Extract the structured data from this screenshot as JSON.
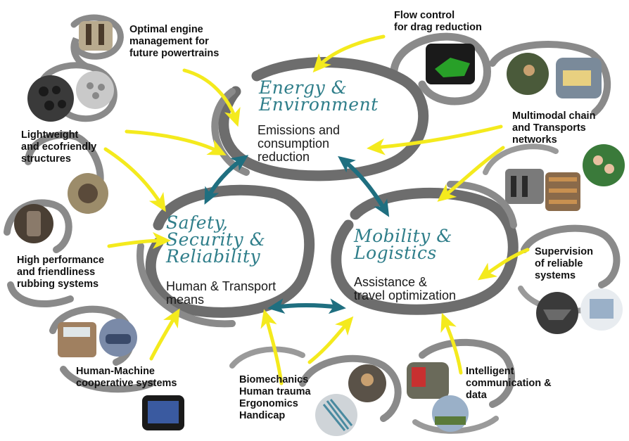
{
  "colors": {
    "swirl": "#707070",
    "swirl_light": "#9a9a9a",
    "yellow_arrow": "#f4ea1d",
    "teal_arrow": "#1f6f80",
    "hub_title": "#2f7e8a",
    "label_text": "#111111"
  },
  "hubs": {
    "energy": {
      "title": "Energy &\nEnvironment",
      "subtitle": "Emissions and\nconsumption\nreduction"
    },
    "safety": {
      "title": "Safety,\nSecurity &\nReliability",
      "subtitle": "Human & Transport\nmeans"
    },
    "mobility": {
      "title": "Mobility &\nLogistics",
      "subtitle": "Assistance &\ntravel optimization"
    }
  },
  "topics": [
    {
      "id": "engine",
      "label": "Optimal engine\nmanagement for\nfuture powertrains"
    },
    {
      "id": "flow",
      "label": "Flow control\nfor drag reduction"
    },
    {
      "id": "lightweight",
      "label": "Lightweight\nand ecofriendly\nstructures"
    },
    {
      "id": "multimodal",
      "label": "Multimodal chain\nand Transports\nnetworks"
    },
    {
      "id": "rubbing",
      "label": "High performance\nand friendliness\nrubbing systems"
    },
    {
      "id": "supervision",
      "label": "Supervision\nof reliable\nsystems"
    },
    {
      "id": "hmc",
      "label": "Human-Machine\ncooperative systems"
    },
    {
      "id": "biomech",
      "label": "Biomechanics\nHuman trauma\nErgonomics\nHandicap"
    },
    {
      "id": "ic",
      "label": "Intelligent\ncommunication &\ndata"
    }
  ]
}
